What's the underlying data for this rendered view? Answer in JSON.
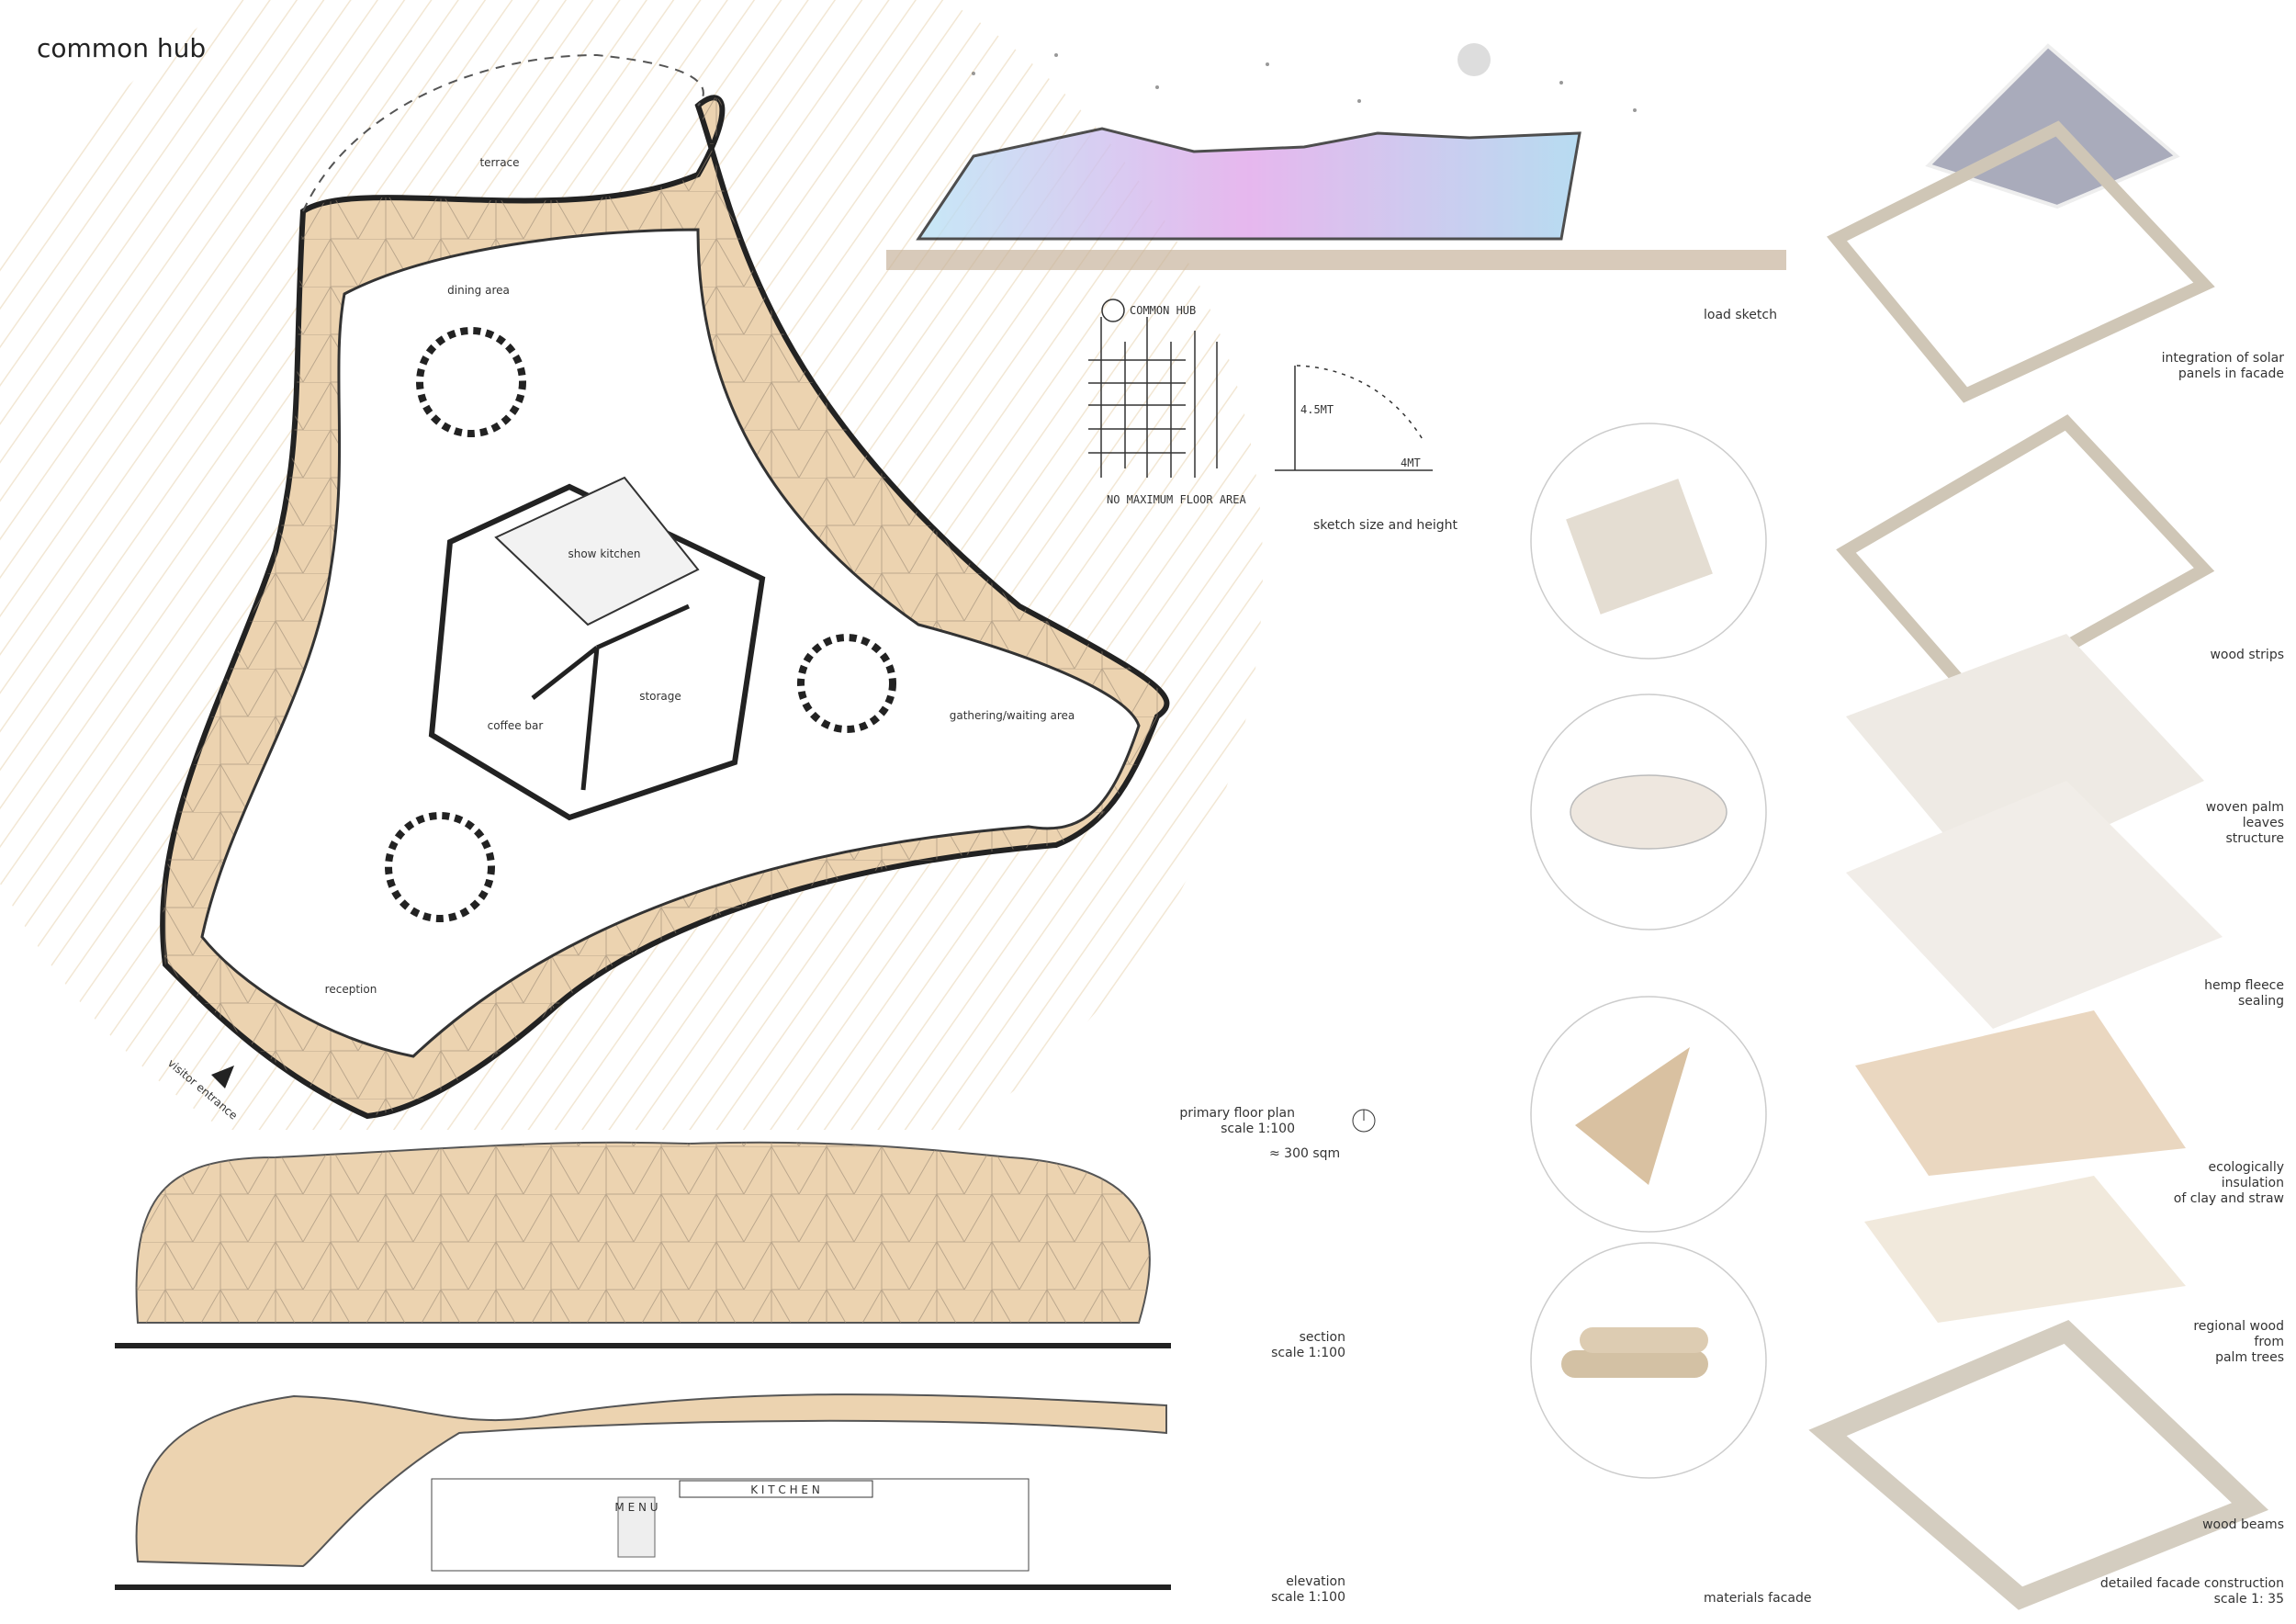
{
  "title": "common hub",
  "floor_plan": {
    "rooms": {
      "terrace": "terrace",
      "dining": "dining area",
      "show_kitchen": "show kitchen",
      "storage": "storage",
      "coffee_bar": "coffee bar",
      "gathering": "gathering/waiting area",
      "reception": "reception",
      "entrance": "visitor entrance"
    },
    "label": "primary floor plan",
    "scale": "scale 1:100",
    "area": "≈ 300 sqm"
  },
  "section": {
    "label": "section",
    "scale": "scale 1:100"
  },
  "elevation": {
    "label": "elevation",
    "scale": "scale 1:100",
    "kitchen_sign": "K I T C H E N",
    "menu_sign": "M E N U"
  },
  "load_sketch": {
    "label": "load sketch"
  },
  "sketch": {
    "heading": "COMMON HUB",
    "note": "NO MAXIMUM FLOOR AREA",
    "height": "4.5MT",
    "width": "4MT",
    "label": "sketch size and height"
  },
  "materials": {
    "label": "materials facade"
  },
  "facade_layers": [
    {
      "label": "integration of solar\npanels in facade"
    },
    {
      "label": "wood strips"
    },
    {
      "label": "woven palm\nleaves\nstructure"
    },
    {
      "label": "hemp fleece\nsealing"
    },
    {
      "label": "ecologically\ninsulation\nof clay and straw"
    },
    {
      "label": "regional wood\nfrom\npalm trees"
    },
    {
      "label": "wood beams"
    }
  ],
  "facade_detail": {
    "label": "detailed facade construction",
    "scale": "scale 1: 35"
  },
  "colors": {
    "tan": "#ecd3b0",
    "wood": "#d8d0c3",
    "sky": "#c8a9e6"
  }
}
